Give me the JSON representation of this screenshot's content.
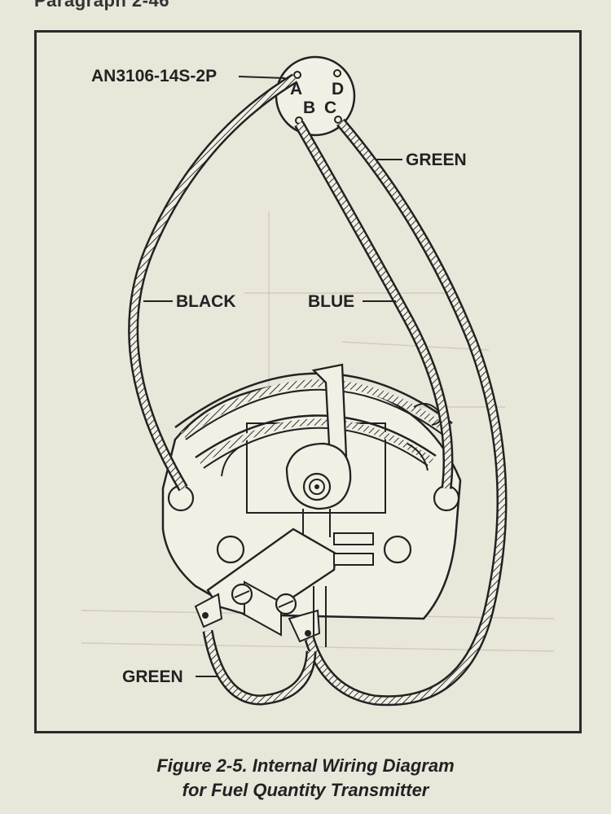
{
  "header": {
    "text": "Paragraph 2-46"
  },
  "connector": {
    "part_number": "AN3106-14S-2P",
    "pins": [
      "A",
      "B",
      "C",
      "D"
    ]
  },
  "wires": {
    "black": "BLACK",
    "blue": "BLUE",
    "green_top": "GREEN",
    "green_bottom": "GREEN"
  },
  "caption": {
    "line1": "Figure 2-5. Internal Wiring Diagram",
    "line2": "for Fuel Quantity Transmitter"
  },
  "colors": {
    "ink": "#222222",
    "paper": "#e9e6da"
  }
}
